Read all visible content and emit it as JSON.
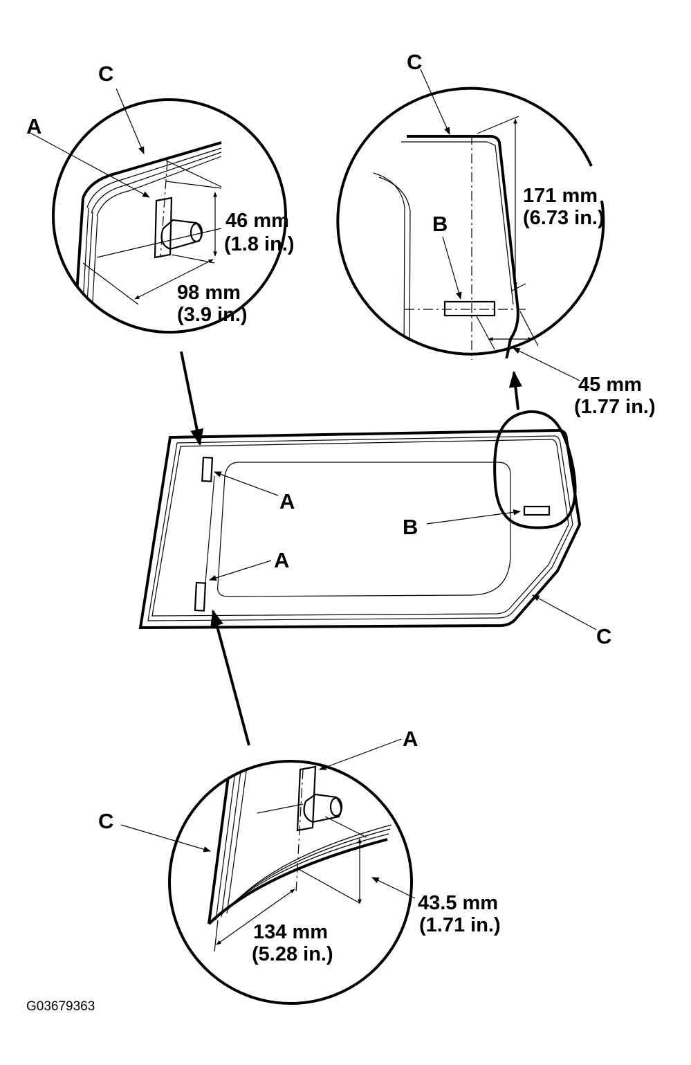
{
  "labels": {
    "clip": "A",
    "spacer": "B",
    "glass": "C"
  },
  "dimensions": {
    "top_left_height_mm": "46 mm",
    "top_left_height_in": "(1.8 in.)",
    "top_left_width_mm": "98 mm",
    "top_left_width_in": "(3.9 in.)",
    "top_right_height_mm": "171 mm",
    "top_right_height_in": "(6.73 in.)",
    "top_right_width_mm": "45 mm",
    "top_right_width_in": "(1.77 in.)",
    "bottom_height_mm": "43.5 mm",
    "bottom_height_in": "(1.71 in.)",
    "bottom_width_mm": "134 mm",
    "bottom_width_in": "(5.28 in.)"
  },
  "figure_id": "G03679363"
}
